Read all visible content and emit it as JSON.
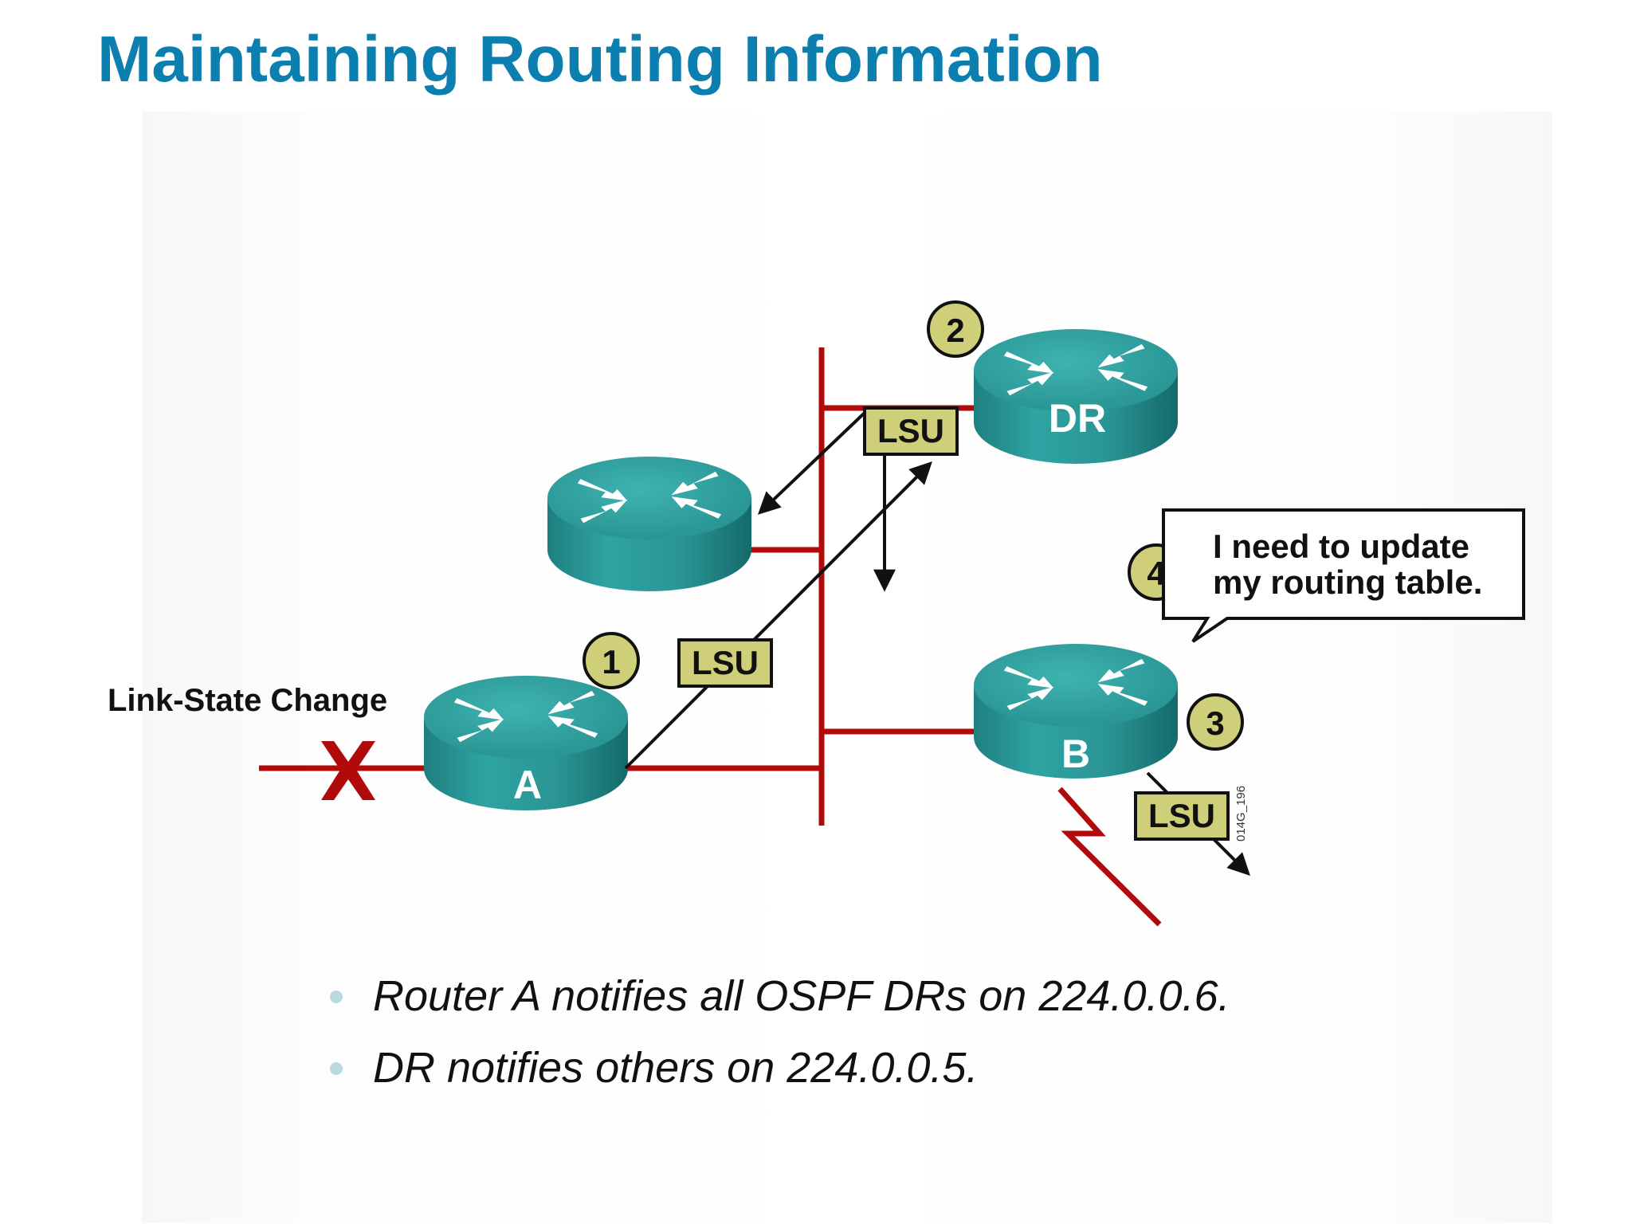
{
  "title": "Maintaining Routing Information",
  "diagram": {
    "link_state_change_label": "Link-State Change",
    "failure_mark": "X",
    "routers": {
      "a": "A",
      "dr": "DR",
      "b": "B"
    },
    "lsu_label": "LSU",
    "steps": [
      "1",
      "2",
      "3",
      "4"
    ],
    "speech_bubble": {
      "line1": "I need to update",
      "line2": "my routing table."
    },
    "figure_id": "014G_196"
  },
  "bullets": [
    "Router A notifies all OSPF DRs on 224.0.0.6.",
    "DR notifies others on 224.0.0.5."
  ],
  "colors": {
    "title": "#0a7fb0",
    "link": "#b00a0a",
    "router_body": "#2a9a9a",
    "lsu_box": "#cfcf7a",
    "step_circle": "#cfcf7a",
    "bullet_dot": "#b7dadf"
  }
}
